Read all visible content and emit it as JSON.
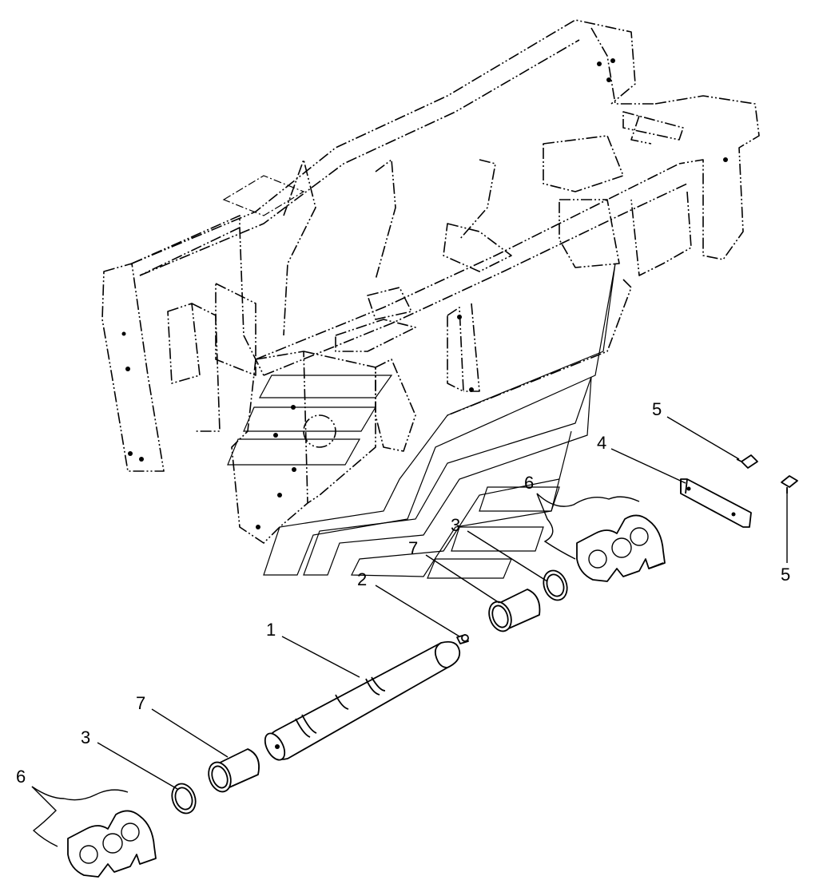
{
  "diagram": {
    "callouts": [
      {
        "id": "c1",
        "label": "1"
      },
      {
        "id": "c2",
        "label": "2"
      },
      {
        "id": "c3a",
        "label": "3"
      },
      {
        "id": "c3b",
        "label": "3"
      },
      {
        "id": "c4",
        "label": "4"
      },
      {
        "id": "c5a",
        "label": "5"
      },
      {
        "id": "c5b",
        "label": "5"
      },
      {
        "id": "c6a",
        "label": "6"
      },
      {
        "id": "c6b",
        "label": "6"
      },
      {
        "id": "c7a",
        "label": "7"
      },
      {
        "id": "c7b",
        "label": "7"
      }
    ],
    "colors": {
      "line": "#000000",
      "background": "#ffffff"
    }
  }
}
